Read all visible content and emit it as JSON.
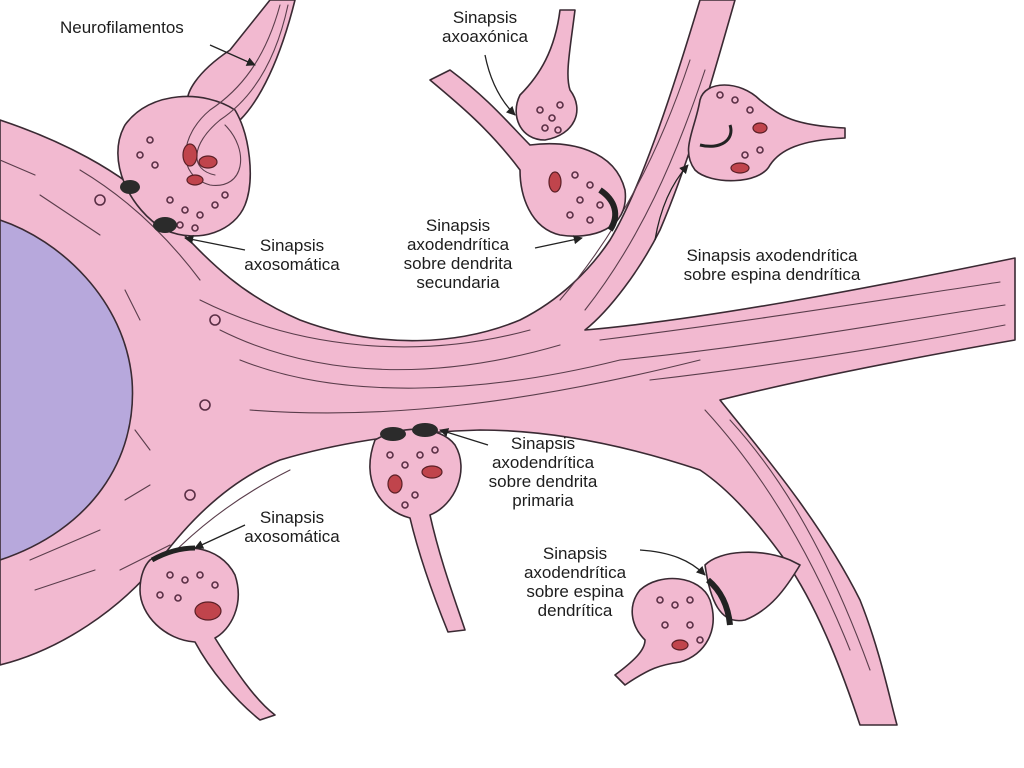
{
  "labels": {
    "neurofilamentos": "Neurofilamentos",
    "axoaxonica": "Sinapsis\naxoaxónica",
    "axosomatica_top": "Sinapsis\naxosomática",
    "axodend_secundaria": "Sinapsis\naxodendrítica\nsobre dendrita\nsecundaria",
    "axodend_espina_top": "Sinapsis axodendrítica\nsobre espina dendrítica",
    "axodend_primaria": "Sinapsis\naxodendrítica\nsobre dendrita\nprimaria",
    "axosomatica_bottom": "Sinapsis\naxosomática",
    "axodend_espina_bottom": "Sinapsis\naxodendrítica\nsobre espina\ndendrítica"
  },
  "colors": {
    "cytoplasm": "#f2b9d0",
    "nucleus": "#b7a8dc",
    "mitochondria": "#c0444c",
    "active_zone": "#2b2b2b"
  }
}
